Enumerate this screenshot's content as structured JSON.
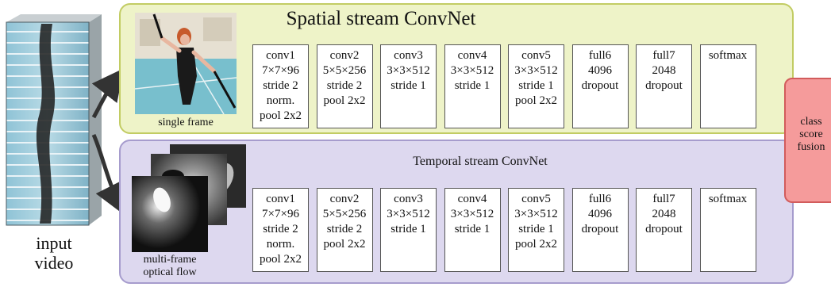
{
  "input": {
    "caption": "input\nvideo"
  },
  "spatial": {
    "title": "Spatial stream ConvNet",
    "image_caption": "single frame",
    "layers": [
      "conv1\n7×7×96\nstride 2\nnorm.\npool 2x2",
      "conv2\n5×5×256\nstride 2\npool 2x2",
      "conv3\n3×3×512\nstride 1",
      "conv4\n3×3×512\nstride 1",
      "conv5\n3×3×512\nstride 1\npool 2x2",
      "full6\n4096\ndropout",
      "full7\n2048\ndropout",
      "softmax"
    ]
  },
  "temporal": {
    "title": "Temporal stream ConvNet",
    "image_caption": "multi-frame\noptical flow",
    "layers": [
      "conv1\n7×7×96\nstride 2\nnorm.\npool 2x2",
      "conv2\n5×5×256\nstride 2\npool 2x2",
      "conv3\n3×3×512\nstride 1",
      "conv4\n3×3×512\nstride 1",
      "conv5\n3×3×512\nstride 1\npool 2x2",
      "full6\n4096\ndropout",
      "full7\n2048\ndropout",
      "softmax"
    ]
  },
  "fusion": {
    "label": "class\nscore\nfusion"
  },
  "colors": {
    "spatial_fill": "#eef3c8",
    "spatial_border": "#c2cc63",
    "temporal_fill": "#ddd8ef",
    "temporal_border": "#a69ccd",
    "fusion_fill": "#f59b9b",
    "fusion_border": "#d25c5c"
  }
}
